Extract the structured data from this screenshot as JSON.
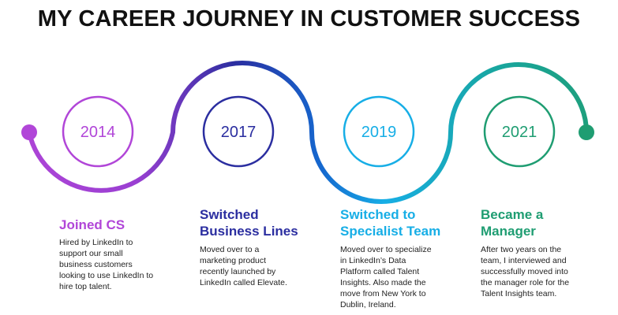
{
  "title": "MY CAREER JOURNEY IN CUSTOMER SUCCESS",
  "colors": {
    "purple": "#b146d8",
    "indigo": "#2b2ea0",
    "blue": "#17aee6",
    "green": "#1f9d72"
  },
  "milestones": [
    {
      "year": "2014",
      "title_lines": [
        "Joined CS"
      ],
      "description_lines": [
        "Hired by LinkedIn to",
        "support our small",
        "business customers",
        "looking to use LinkedIn to",
        "hire top talent."
      ],
      "color": "#b146d8"
    },
    {
      "year": "2017",
      "title_lines": [
        "Switched",
        "Business Lines"
      ],
      "description_lines": [
        "Moved over to a",
        "marketing product",
        "recently launched by",
        "LinkedIn called Elevate."
      ],
      "color": "#2b2ea0"
    },
    {
      "year": "2019",
      "title_lines": [
        "Switched to",
        "Specialist Team"
      ],
      "description_lines": [
        "Moved over to specialize",
        "in LinkedIn’s Data",
        "Platform called Talent",
        "Insights.  Also made the",
        "move from New York to",
        "Dublin, Ireland."
      ],
      "color": "#17aee6"
    },
    {
      "year": "2021",
      "title_lines": [
        "Became a",
        "Manager"
      ],
      "description_lines": [
        "After two years on the",
        "team, I interviewed and",
        "successfully moved into",
        "the manager role for the",
        "Talent Insights team."
      ],
      "color": "#1f9d72"
    }
  ]
}
